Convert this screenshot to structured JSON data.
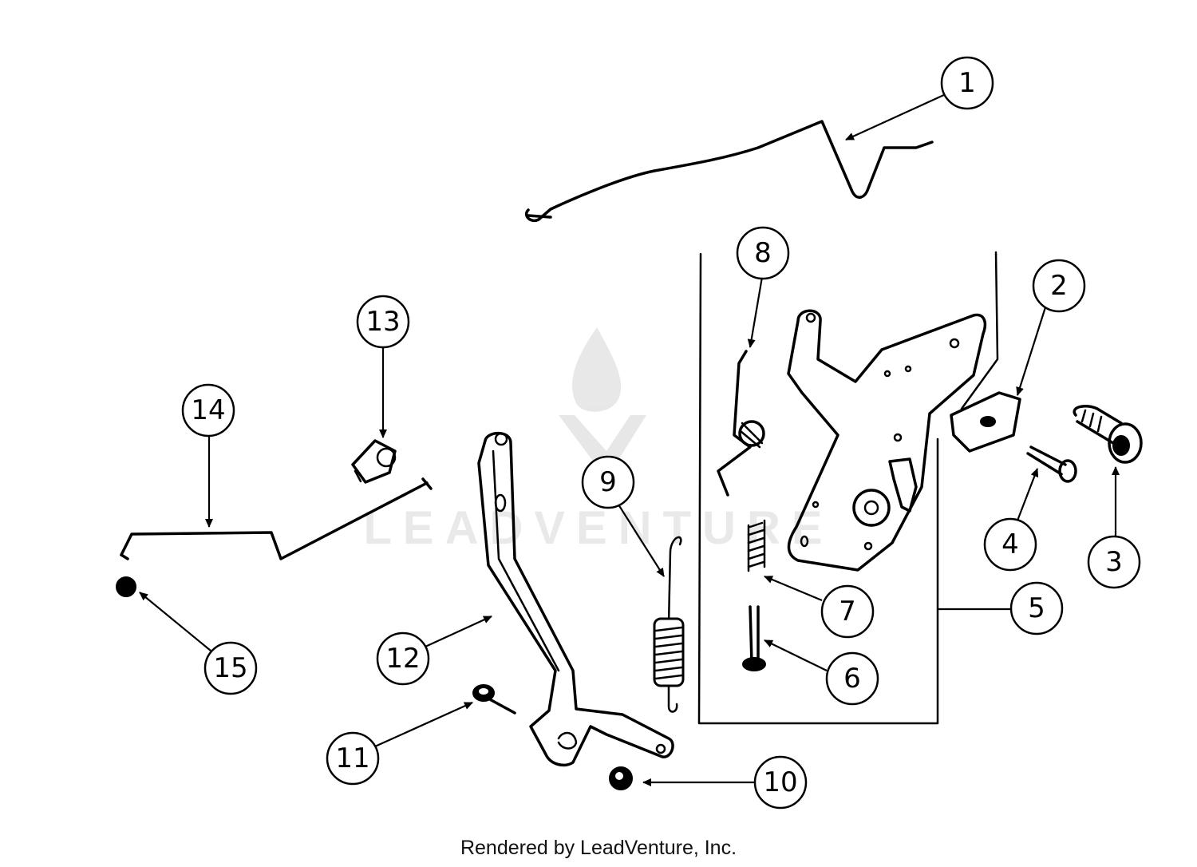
{
  "watermark": {
    "brand": "LEADVENTURE"
  },
  "footer": {
    "credit": "Rendered by LeadVenture, Inc."
  },
  "callouts": [
    "1",
    "2",
    "3",
    "4",
    "5",
    "6",
    "7",
    "8",
    "9",
    "10",
    "11",
    "12",
    "13",
    "14",
    "15"
  ],
  "colors": {
    "ink": "#000000",
    "watermark": "#e9e9e9"
  }
}
